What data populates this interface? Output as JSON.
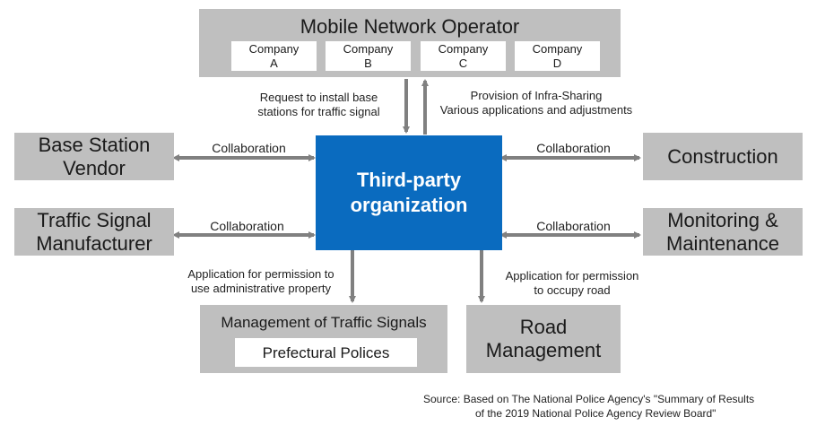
{
  "operator": {
    "title": "Mobile Network Operator",
    "companies": [
      {
        "l1": "Company",
        "l2": "A"
      },
      {
        "l1": "Company",
        "l2": "B"
      },
      {
        "l1": "Company",
        "l2": "C"
      },
      {
        "l1": "Company",
        "l2": "D"
      }
    ]
  },
  "center": {
    "l1": "Third-party",
    "l2": "organization",
    "color": "#0a6bbf"
  },
  "arrows_text": {
    "request": {
      "l1": "Request to install base",
      "l2": "stations for traffic signal"
    },
    "provision": {
      "l1": "Provision of Infra-Sharing",
      "l2": "Various applications and adjustments"
    },
    "collab": "Collaboration",
    "perm_admin": {
      "l1": "Application for permission to",
      "l2": "use administrative property"
    },
    "perm_road": {
      "l1": "Application for permission",
      "l2": "to occupy road"
    }
  },
  "left": {
    "vendor": {
      "l1": "Base Station",
      "l2": "Vendor"
    },
    "signal_mfr": {
      "l1": "Traffic Signal",
      "l2": "Manufacturer"
    }
  },
  "right": {
    "construction": "Construction",
    "monitoring": {
      "l1": "Monitoring &",
      "l2": "Maintenance"
    }
  },
  "bottom": {
    "traffic": {
      "title": "Management of Traffic Signals",
      "sub": "Prefectural Polices"
    },
    "road": {
      "l1": "Road",
      "l2": "Management"
    }
  },
  "source": {
    "l1": "Source: Based on The National Police Agency's \"Summary of Results",
    "l2": "of the 2019 National Police Agency Review Board\""
  }
}
